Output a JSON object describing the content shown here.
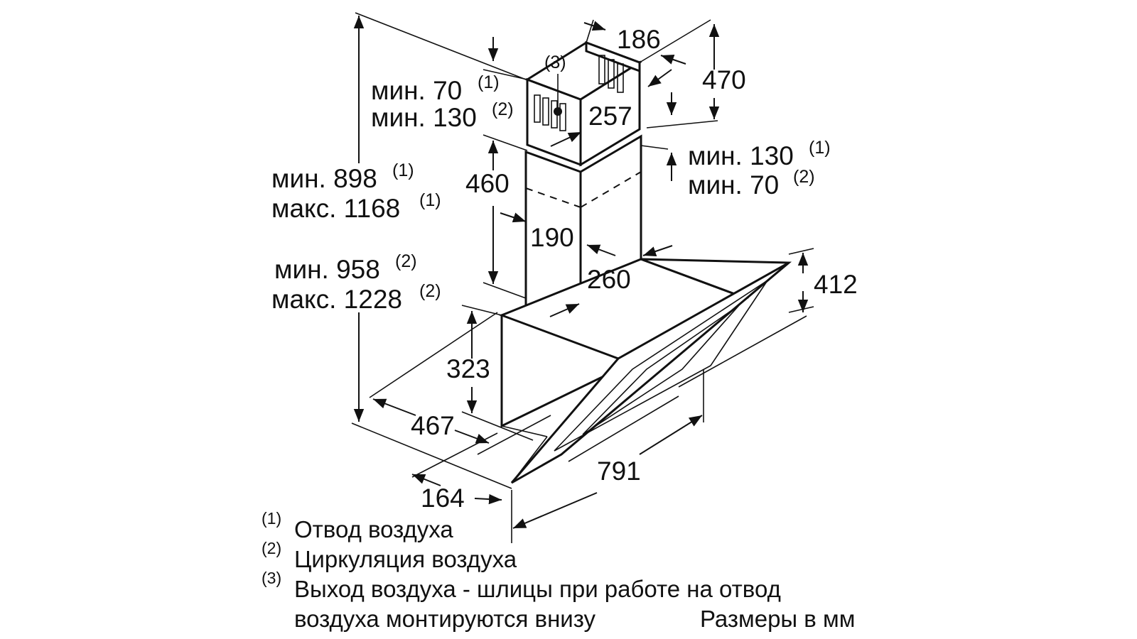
{
  "labels": {
    "d186": "186",
    "d470": "470",
    "d257": "257",
    "d460": "460",
    "d190": "190",
    "d260": "260",
    "d412": "412",
    "d323": "323",
    "d467": "467",
    "d791": "791",
    "d164": "164",
    "callout3": "(3)"
  },
  "notes": {
    "top_min70": "мин. 70",
    "top_min70_sup": "(1)",
    "top_min130": "мин. 130",
    "top_min130_sup": "(2)",
    "right_min130": "мин. 130",
    "right_min130_sup": "(1)",
    "right_min70": "мин. 70",
    "right_min70_sup": "(2)",
    "min898": "мин. 898",
    "min898_sup": "(1)",
    "max1168": "макс. 1168",
    "max1168_sup": "(1)",
    "min958": "мин. 958",
    "min958_sup": "(2)",
    "max1228": "макс. 1228",
    "max1228_sup": "(2)"
  },
  "legend": {
    "item1_num": "(1)",
    "item1_text": "Отвод воздуха",
    "item2_num": "(2)",
    "item2_text": "Циркуляция воздуха",
    "item3_num": "(3)",
    "item3_text_line1": "Выход воздуха - шлицы при работе на отвод",
    "item3_text_line2": "воздуха монтируются внизу",
    "units": "Размеры в мм"
  }
}
